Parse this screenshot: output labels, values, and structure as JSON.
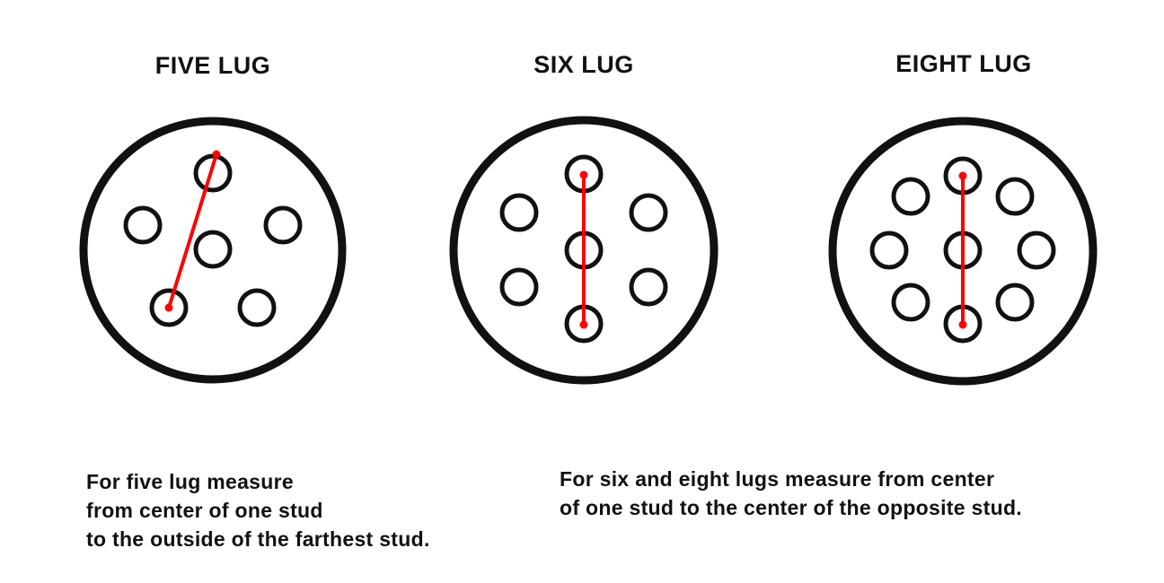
{
  "colors": {
    "outline": "#111111",
    "measure_line": "#ff0000",
    "background": "#ffffff"
  },
  "panels": [
    {
      "title": "FIVE LUG",
      "lug_count": 5,
      "measurement": "center of one stud to the outside of the farthest stud"
    },
    {
      "title": "SIX LUG",
      "lug_count": 6,
      "measurement": "center of one stud to center of opposite stud"
    },
    {
      "title": "EIGHT LUG",
      "lug_count": 8,
      "measurement": "center of one stud to center of opposite stud"
    }
  ],
  "captions": {
    "five_lug": {
      "lines": [
        "For five lug measure",
        "from center of one stud",
        "to the outside of the farthest stud."
      ]
    },
    "six_eight_lug": {
      "lines": [
        "For six and eight lugs measure from center",
        "of one stud to the center of the opposite stud."
      ]
    }
  }
}
